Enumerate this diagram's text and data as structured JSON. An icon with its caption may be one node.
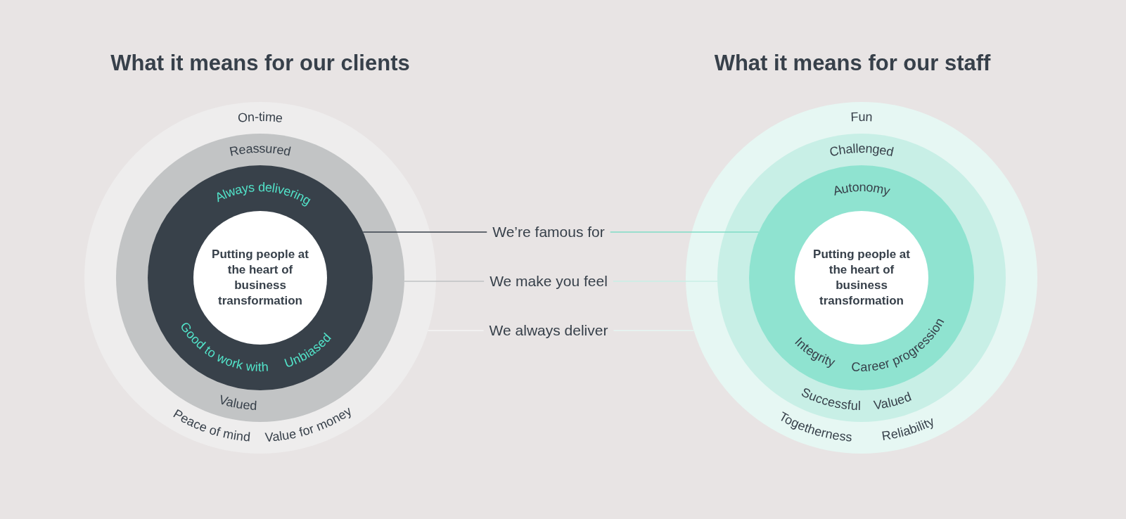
{
  "diagram": {
    "nodes": [
      {
        "text": [
          "On-time",
          "Peace of mind",
          "Value for money"
        ]
      },
      {
        "text": [
          "Reassured",
          "Valued"
        ],
        "in": 0
      },
      {
        "text": [
          "Always delivering",
          "Good to work with",
          "Unbiased"
        ],
        "in": 1
      },
      {
        "text": [
          "Putting people at the heart of business transformation"
        ],
        "in": 2
      },
      {
        "text": [
          "We’re famous for"
        ]
      },
      {
        "text": [
          "We make you feel"
        ]
      },
      {
        "text": [
          "We always deliver"
        ]
      },
      {
        "text": [
          "Fun",
          "Togetherness",
          "Reliability"
        ]
      },
      {
        "text": [
          "Challenged",
          "Successful",
          "Valued"
        ],
        "in": 7
      },
      {
        "text": [
          "Autonomy",
          "Integrity",
          "Career progression"
        ],
        "in": 8
      },
      {
        "text": [
          "Putting people at the heart of business transformation"
        ],
        "in": 9
      }
    ],
    "edges": [
      {
        "from": 4,
        "to": 2,
        "arrow": "none",
        "color": "#37404a"
      },
      {
        "from": 4,
        "to": 9,
        "arrow": "none",
        "color": "#7fdcc6"
      },
      {
        "from": 5,
        "to": 1,
        "arrow": "none",
        "color": "#bfc2c3"
      },
      {
        "from": 5,
        "to": 8,
        "arrow": "none",
        "color": "#c8efe6"
      },
      {
        "from": 6,
        "to": 0,
        "arrow": "none",
        "color": "#f4f4f4"
      },
      {
        "from": 6,
        "to": 7,
        "arrow": "none",
        "color": "#e6f7f3"
      }
    ],
    "labels": [
      "What it means for our clients",
      "What it means for our staff"
    ]
  }
}
